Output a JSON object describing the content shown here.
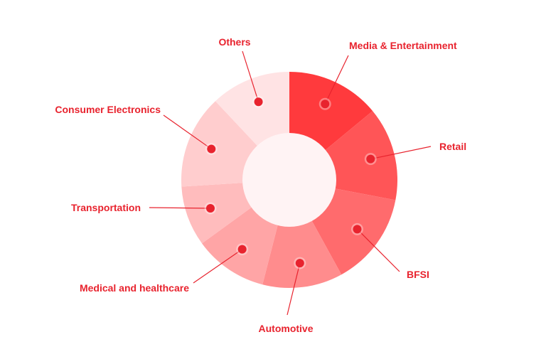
{
  "chart_data": {
    "type": "pie",
    "donut": true,
    "title": "",
    "categories": [
      "Media & Entertainment",
      "Retail",
      "BFSI",
      "Automotive",
      "Medical and healthcare",
      "Transportation",
      "Consumer Electronics",
      "Others"
    ],
    "values": [
      14,
      14,
      14,
      12,
      11,
      9,
      14,
      12
    ],
    "colors": [
      "#ff3a3d",
      "#ff5557",
      "#ff6b6d",
      "#ff8c8d",
      "#ffa5a6",
      "#ffbcbd",
      "#ffcdce",
      "#ffe3e4"
    ],
    "label_color": "#e8232e",
    "dot_color": "#e8232e",
    "center_color": "#fff3f4",
    "legend": "none"
  }
}
